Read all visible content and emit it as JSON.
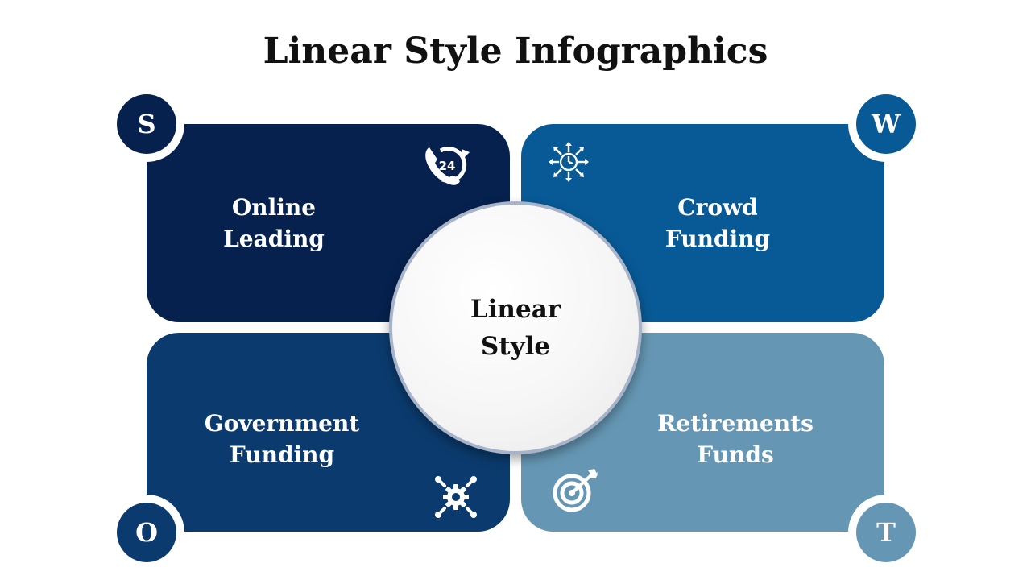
{
  "title": "Linear Style Infographics",
  "center": {
    "line1": "Linear",
    "line2": "Style"
  },
  "quadrants": [
    {
      "letter": "S",
      "line1": "Online",
      "line2": "Leading",
      "icon": "phone-24-icon",
      "color": "#06214d"
    },
    {
      "letter": "W",
      "line1": "Crowd",
      "line2": "Funding",
      "icon": "clock-arrows-icon",
      "color": "#085a96"
    },
    {
      "letter": "O",
      "line1": "Government",
      "line2": "Funding",
      "icon": "gear-tools-icon",
      "color": "#0b3b6e"
    },
    {
      "letter": "T",
      "line1": "Retirements",
      "line2": "Funds",
      "icon": "target-arrow-icon",
      "color": "#6597b4"
    }
  ],
  "icon_phone_number": "24"
}
